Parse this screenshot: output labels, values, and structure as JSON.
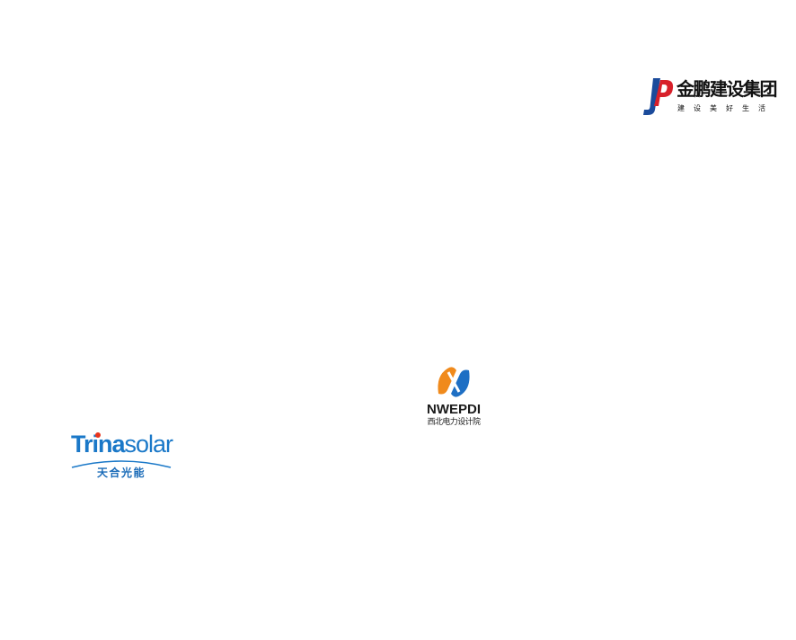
{
  "logos": {
    "jinpeng": {
      "name": "金鹏建设集团",
      "slogan": [
        "建",
        "设",
        "美",
        "好",
        "生",
        "活"
      ],
      "colors": {
        "blue": "#1b4b9b",
        "red": "#d8202a",
        "text": "#111111"
      }
    },
    "nwepdi": {
      "name": "NWEPDI",
      "chinese_name": "西北电力设计院",
      "colors": {
        "orange": "#f08a1c",
        "blue": "#1e6fc4",
        "text": "#1a1a1a"
      }
    },
    "trina": {
      "wordmark_bold": "Trina",
      "wordmark_light": "solar",
      "chinese_name": "天合光能",
      "colors": {
        "blue": "#1a78c8",
        "red": "#e8341c"
      }
    }
  }
}
